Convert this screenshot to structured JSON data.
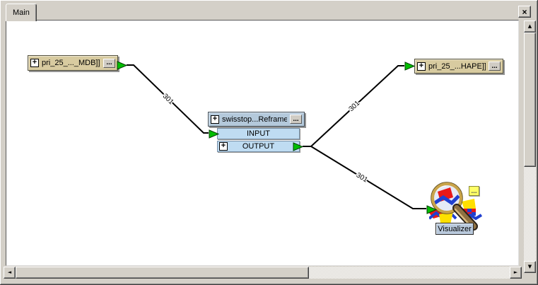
{
  "tab_bar": {
    "tabs": [
      {
        "label": "Main",
        "active": true
      }
    ]
  },
  "icons": {
    "close": "×",
    "scroll_up": "▲",
    "scroll_down": "▼",
    "scroll_left": "◄",
    "scroll_right": "►",
    "expand": "+",
    "more": "..."
  },
  "canvas": {
    "nodes": {
      "reader": {
        "label": "pri_25_..._MDB]]",
        "type": "feature-type-source"
      },
      "transformer": {
        "label": "swisstop...Reframe]",
        "type": "transformer",
        "ports": {
          "input": "INPUT",
          "output": "OUTPUT"
        }
      },
      "writer": {
        "label": "pri_25_...HAPE]]",
        "type": "feature-type-destination"
      },
      "visualizer": {
        "label": "Visualizer",
        "type": "visualizer"
      }
    },
    "connections": [
      {
        "from": "reader",
        "to": "transformer:INPUT",
        "count": "301"
      },
      {
        "from": "transformer:OUTPUT",
        "to": "writer",
        "count": "301"
      },
      {
        "from": "transformer:OUTPUT",
        "to": "visualizer",
        "count": "301"
      }
    ]
  },
  "colors": {
    "frame": "#D4D0C8",
    "canvas": "#FFFFFF",
    "feature_node": "#D8CBA0",
    "transformer_header": "#B4C9DB",
    "transformer_port": "#BFDCF2",
    "port_arrow_green": "#00BE00",
    "wire": "#000000",
    "visualizer_label": "#B9C9DC",
    "more_button_yellow": "#FFFF66"
  }
}
